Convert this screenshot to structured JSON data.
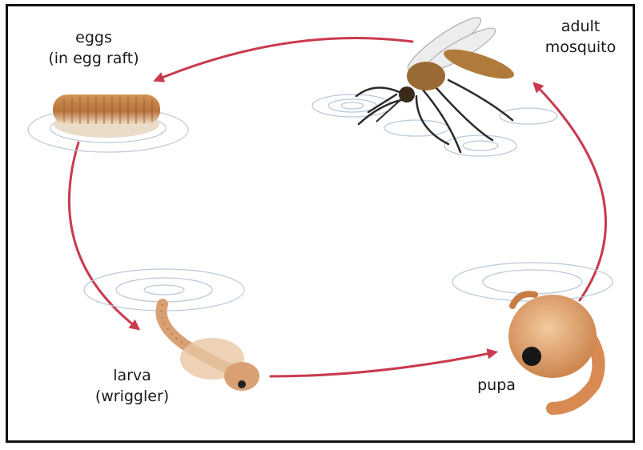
{
  "stages": {
    "eggs": {
      "line1": "eggs",
      "line2": "(in egg raft)"
    },
    "adult": {
      "line1": "adult",
      "line2": "mosquito"
    },
    "larva": {
      "line1": "larva",
      "line2": "(wriggler)"
    },
    "pupa": {
      "line1": "pupa"
    }
  },
  "colors": {
    "arrow": "#c93a4e",
    "border": "#111111",
    "ripple": "#b9c9d9",
    "egg_raft": "#c98a4e",
    "larva_body": "#d8a073",
    "pupa_body": "#e0a16e",
    "mosquito_body": "#b07a3a",
    "mosquito_legs": "#2b2b2b"
  },
  "icons": [
    "egg-raft-icon",
    "mosquito-icon",
    "larva-icon",
    "pupa-icon"
  ]
}
